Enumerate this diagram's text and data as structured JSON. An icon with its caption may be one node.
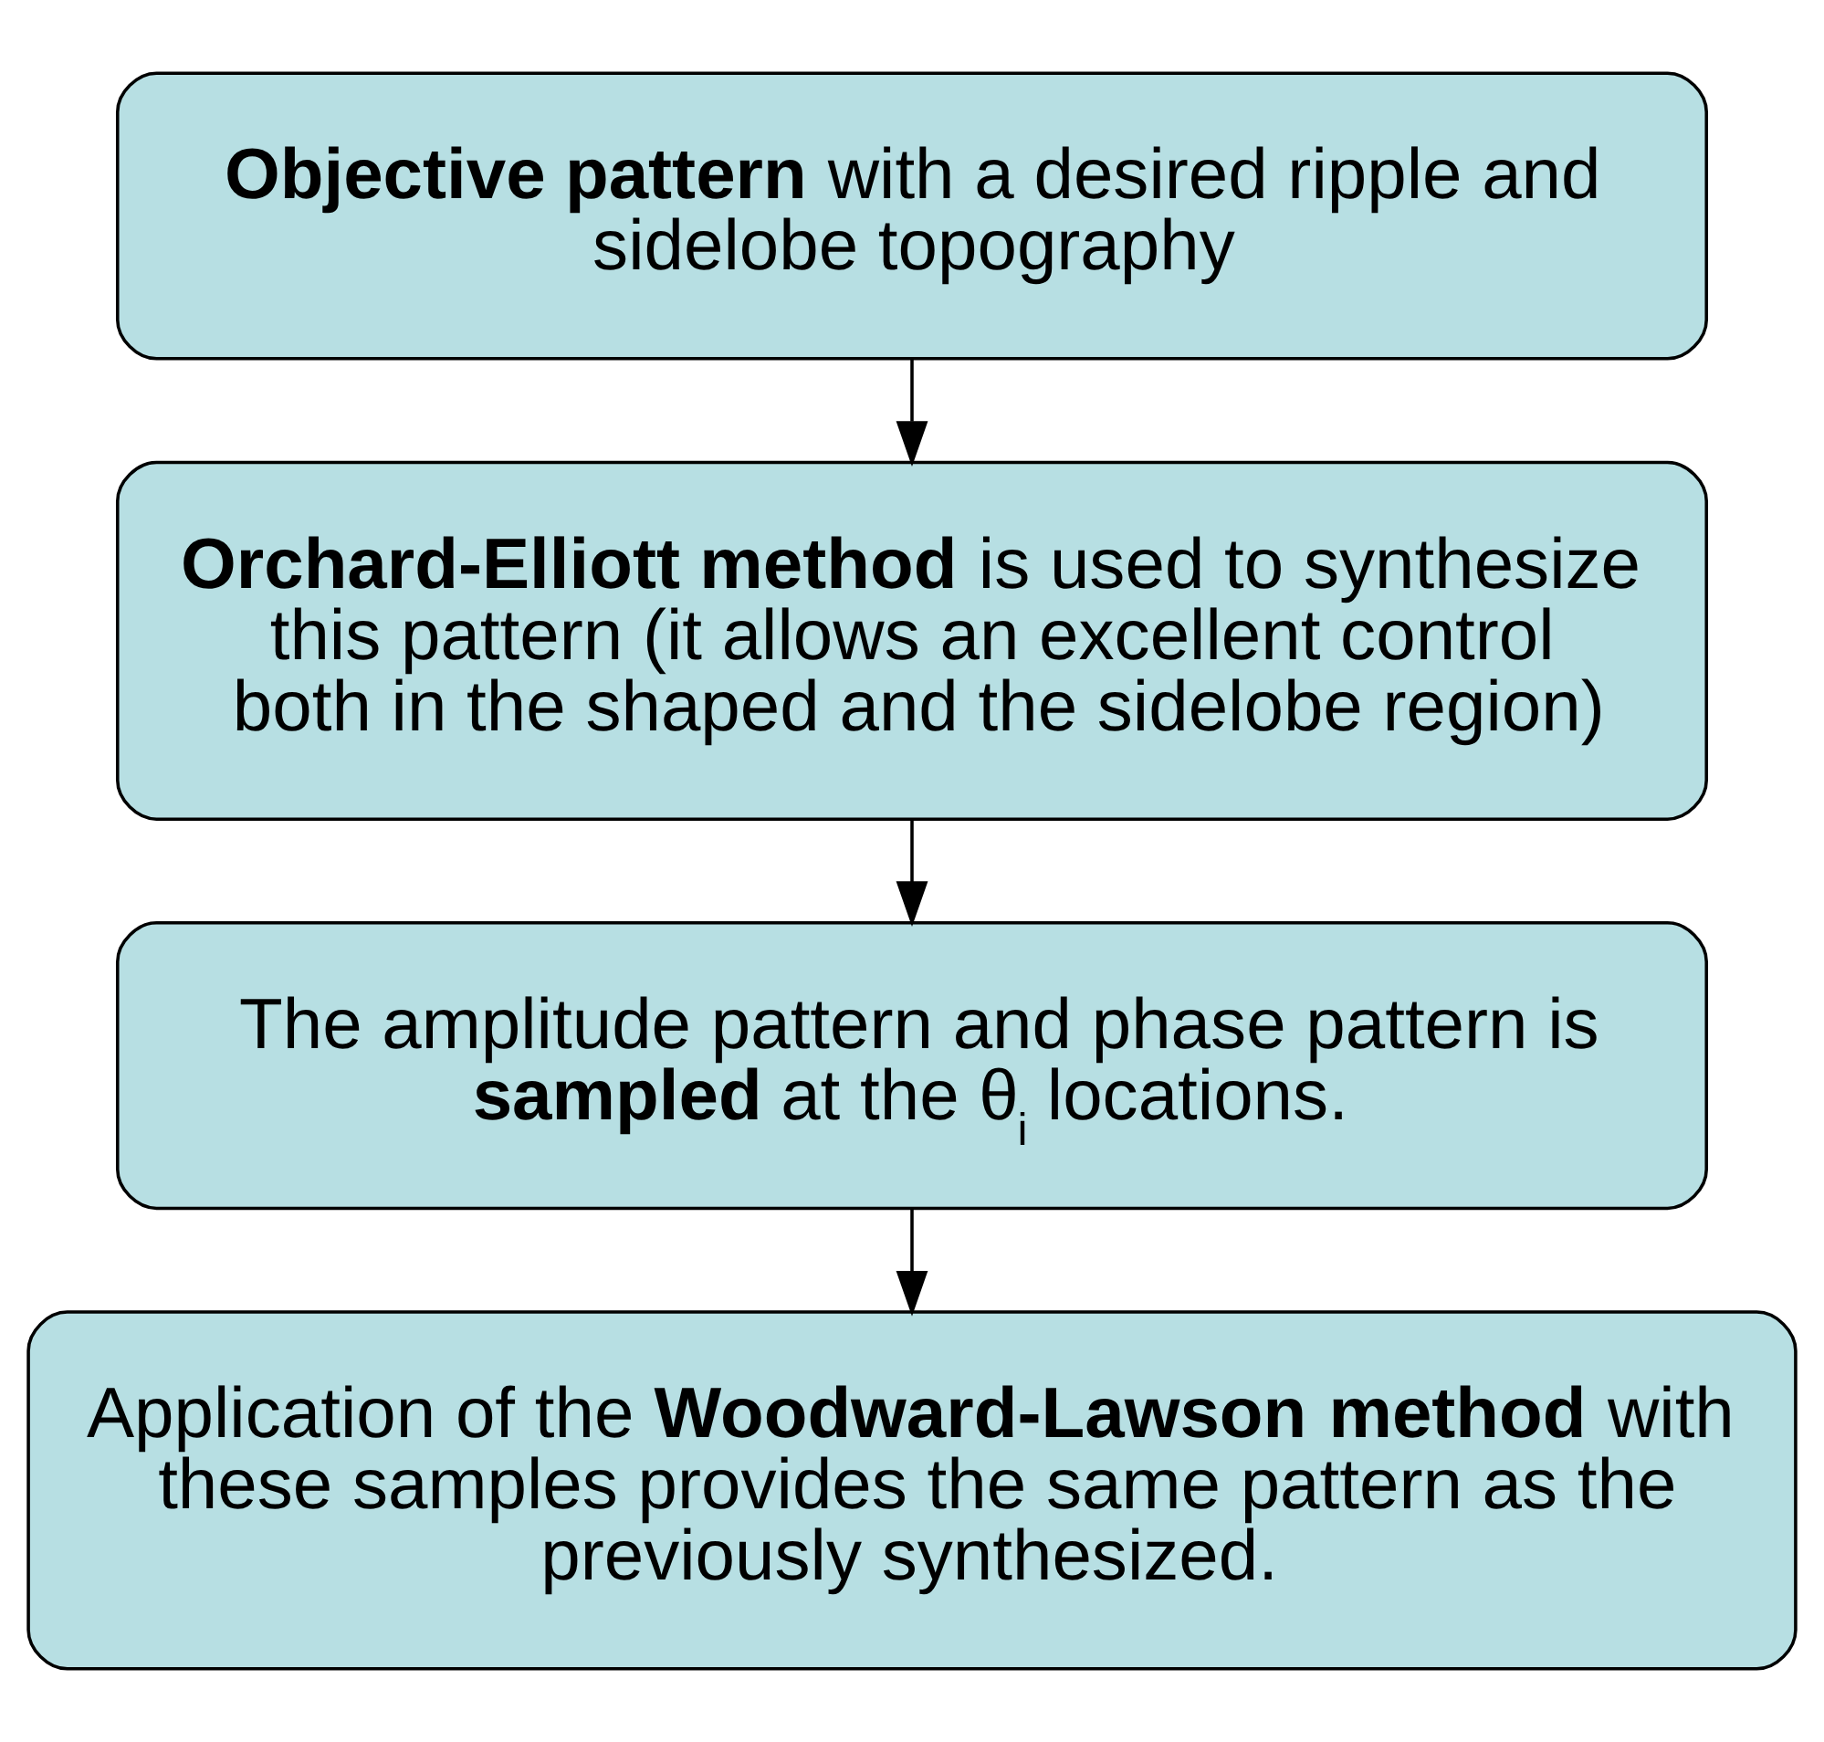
{
  "diagram": {
    "nodes": [
      {
        "text": [
          "**Objective pattern** with a desired ripple and sidelobe topography"
        ]
      },
      {
        "text": [
          "**Orchard-Elliott method** is used to synthesize this pattern (it allows an excellent control both in the shaped and the sidelobe region)"
        ]
      },
      {
        "text": [
          "The amplitude pattern and phase pattern is **sampled** at the θ$_{i}$ locations."
        ]
      },
      {
        "text": [
          "Application of the **Woodward-Lawson method** with these samples provides the same pattern as the previously synthesized."
        ]
      }
    ],
    "edges": [
      {
        "from": 0,
        "to": 1,
        "arrow": "to"
      },
      {
        "from": 1,
        "to": 2,
        "arrow": "to"
      },
      {
        "from": 2,
        "to": 3,
        "arrow": "to"
      }
    ]
  }
}
